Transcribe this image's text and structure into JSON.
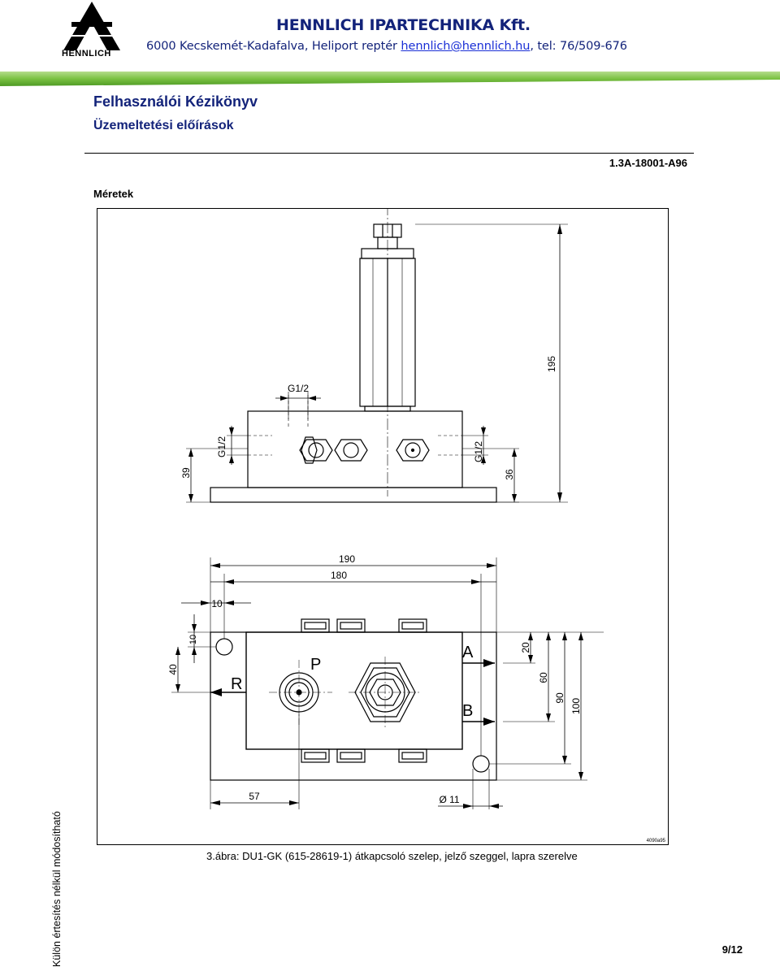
{
  "header": {
    "logo_text": "HENNLICH",
    "company": "HENNLICH IPARTECHNIKA Kft.",
    "address_prefix": "6000 Kecskemét-Kadafalva, Heliport reptér ",
    "email": "hennlich@hennlich.hu",
    "address_suffix": ", tel: 76/509-676"
  },
  "doc": {
    "title": "Felhasználói Kézikönyv",
    "subtitle": "Üzemeltetési előírások",
    "doc_id": "1.3A-18001-A96",
    "section": "Méretek"
  },
  "drawing": {
    "dims": {
      "d195": "195",
      "g12_top": "G1/2",
      "g12_left": "G1/2",
      "g12_right": "G1/2",
      "d39": "39",
      "d36": "36",
      "d190": "190",
      "d180": "180",
      "d10_top": "10",
      "d10_left": "10",
      "d40": "40",
      "d20": "20",
      "d60": "60",
      "d90": "90",
      "d100": "100",
      "d57": "57",
      "d11": "Ø 11",
      "port_p": "P",
      "port_r": "R",
      "port_a": "A",
      "port_b": "B",
      "ref": "4090a95"
    }
  },
  "caption": "3.ábra: DU1-GK (615-28619-1) átkapcsoló szelep, jelző szeggel, lapra szerelve",
  "footer": {
    "side_note": "Külön értesítés nélkül módosítható",
    "page": "9/12"
  },
  "colors": {
    "brand_blue": "#13237a",
    "link_blue": "#1a2fd6",
    "bar_green": "#7ac142"
  }
}
